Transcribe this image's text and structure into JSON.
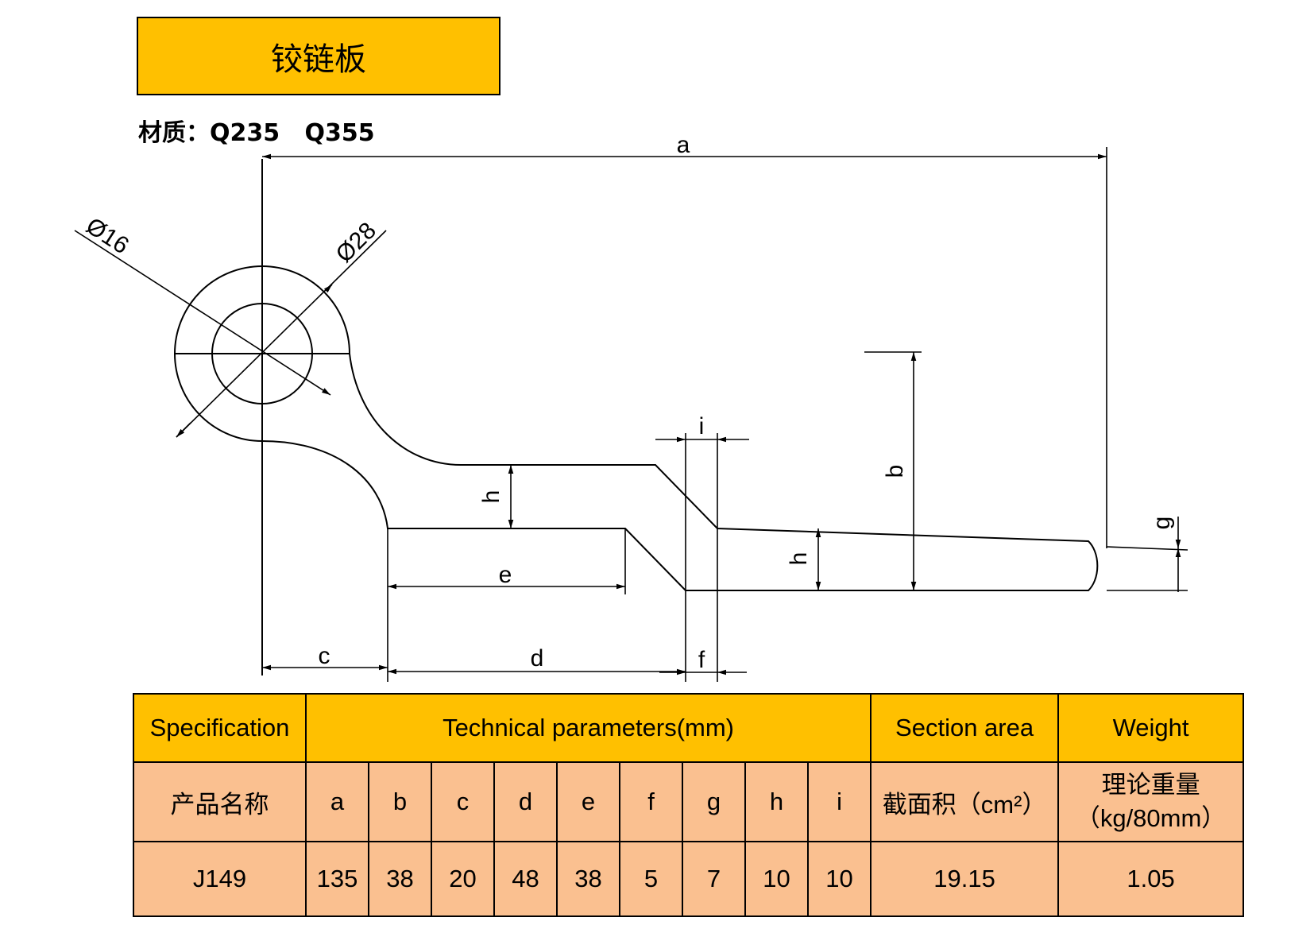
{
  "title": "铰链板",
  "material": "材质：Q235   Q355",
  "dimension_labels": {
    "a": "a",
    "b": "b",
    "c": "c",
    "d": "d",
    "e": "e",
    "f": "f",
    "g": "g",
    "h": "h",
    "i": "i",
    "dia_small": "Ø16",
    "dia_large": "Ø28"
  },
  "table": {
    "header": {
      "specification": "Specification",
      "technical": "Technical parameters(mm)",
      "section_area": "Section area",
      "weight": "Weight"
    },
    "subheader": {
      "product_name": "产品名称",
      "params": [
        "a",
        "b",
        "c",
        "d",
        "e",
        "f",
        "g",
        "h",
        "i"
      ],
      "section_area": "截面积（cm²）",
      "weight_line1": "理论重量",
      "weight_line2": "（kg/80mm）"
    },
    "row": {
      "spec": "J149",
      "values": [
        "135",
        "38",
        "20",
        "48",
        "38",
        "5",
        "7",
        "10",
        "10"
      ],
      "section_area": "19.15",
      "weight": "1.05"
    }
  }
}
